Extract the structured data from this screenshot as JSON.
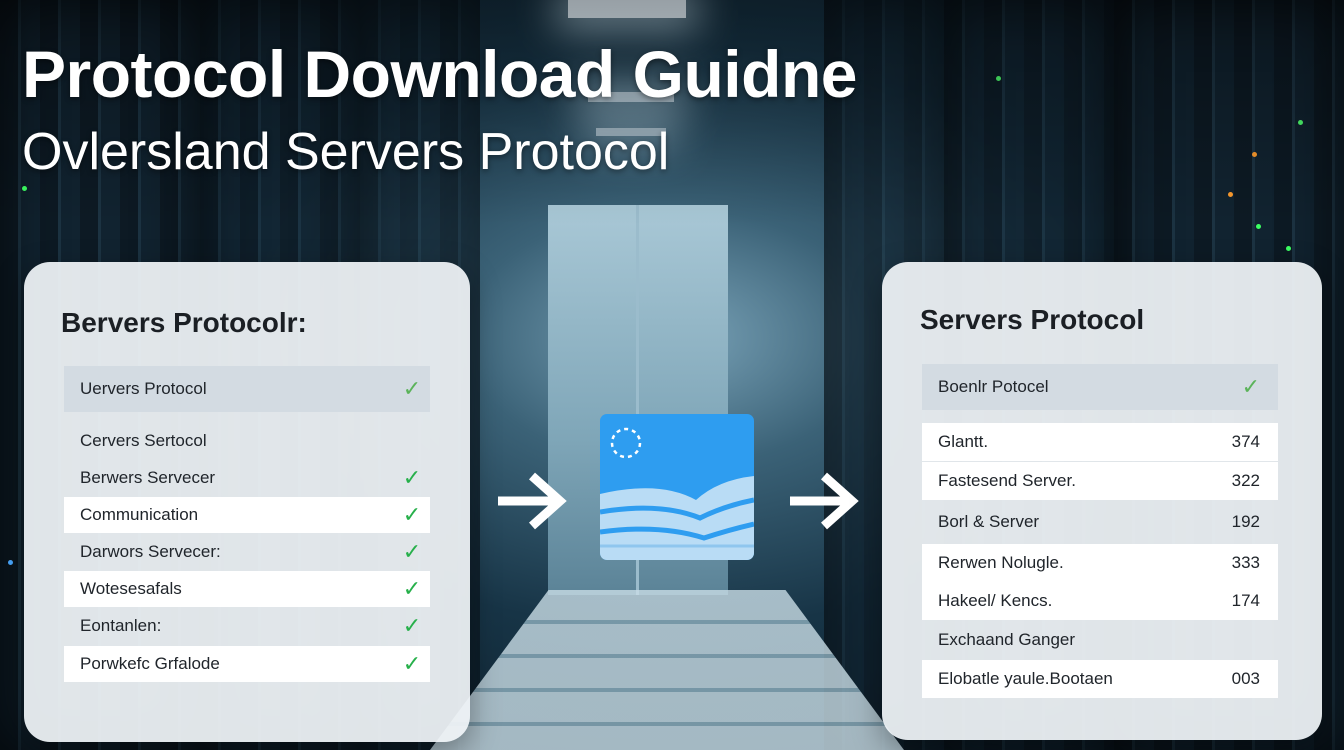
{
  "header": {
    "title": "Protocol Download Guidne",
    "subtitle": "Ovlersland Servers Protocol"
  },
  "left_panel": {
    "title": "Bervers Protocolr:",
    "header_row": "Uervers Protocol",
    "rows": [
      {
        "label": "Cervers Sertocol",
        "checked": false
      },
      {
        "label": "Berwers Servecer",
        "checked": true
      },
      {
        "label": "Communication",
        "checked": true
      },
      {
        "label": "Darwors Servecer:",
        "checked": true
      },
      {
        "label": "Wotesesafals",
        "checked": true
      },
      {
        "label": "Eontanlen:",
        "checked": true
      },
      {
        "label": "Porwkefc Grfalode",
        "checked": true
      }
    ]
  },
  "right_panel": {
    "title": "Servers Protocol",
    "header_row": "Boenlr Potocel",
    "rows": [
      {
        "label": "Glantt.",
        "value": "374"
      },
      {
        "label": "Fastesend Server.",
        "value": "322"
      },
      {
        "label": "Borl & Server",
        "value": "192"
      },
      {
        "label": "Rerwen Nolugle.",
        "value": "333"
      },
      {
        "label": "Hakeel/ Kencs.",
        "value": "174"
      },
      {
        "label": "Exchaand Ganger",
        "value": ""
      },
      {
        "label": "Elobatle yaule.Bootaen",
        "value": "003"
      }
    ]
  },
  "icons": {
    "check": "✓",
    "header_check": "✓"
  },
  "colors": {
    "accent_blue": "#2e9df0",
    "check_green": "#27b04b"
  }
}
